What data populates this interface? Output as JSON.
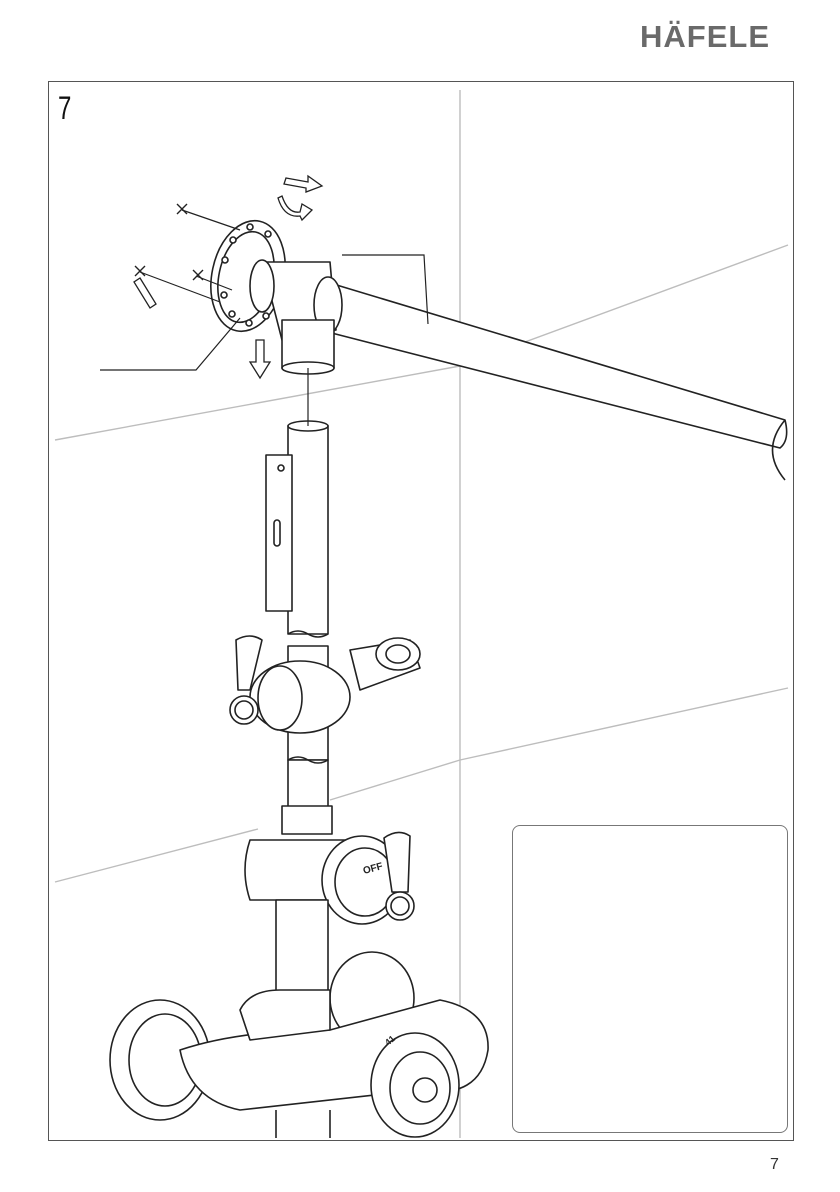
{
  "header": {
    "brand": "HÄFELE"
  },
  "step": {
    "number": "7"
  },
  "footer": {
    "page_number": "7"
  },
  "icons": [
    "rotate-arrow-icon",
    "arrow-right-icon",
    "arrow-down-icon",
    "drill-bit-icon",
    "screw-mark-icon"
  ],
  "dial_labels": {
    "off": "OFF",
    "temperature": "41"
  },
  "colors": {
    "brand_gray": "#6a6a6a",
    "line": "#222222",
    "wall_line": "#bdbdbd"
  }
}
